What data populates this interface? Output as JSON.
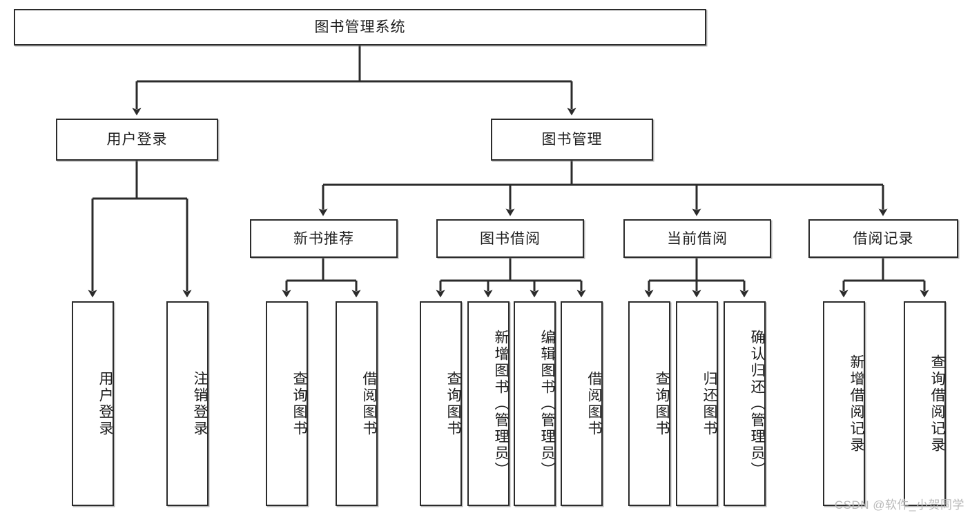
{
  "diagram": {
    "title": "图书管理系统",
    "type": "hierarchy-tree",
    "root": {
      "label": "图书管理系统"
    },
    "level2": [
      {
        "label": "用户登录"
      },
      {
        "label": "图书管理"
      }
    ],
    "level3": [
      {
        "label": "新书推荐"
      },
      {
        "label": "图书借阅"
      },
      {
        "label": "当前借阅"
      },
      {
        "label": "借阅记录"
      }
    ],
    "leaves": {
      "user_login": [
        {
          "label": "用户登录"
        },
        {
          "label": "注销登录"
        }
      ],
      "new_book_recommend": [
        {
          "label": "查询图书"
        },
        {
          "label": "借阅图书"
        }
      ],
      "book_borrow": [
        {
          "label": "查询图书"
        },
        {
          "label": "新增图书（管理员）"
        },
        {
          "label": "编辑图书（管理员）"
        },
        {
          "label": "借阅图书"
        }
      ],
      "current_borrow": [
        {
          "label": "查询图书"
        },
        {
          "label": "归还图书"
        },
        {
          "label": "确认归还（管理员）"
        }
      ],
      "borrow_record": [
        {
          "label": "新增借阅记录"
        },
        {
          "label": "查询借阅记录"
        }
      ]
    }
  },
  "watermark": {
    "text": "CSDN @软件_小贺同学"
  },
  "colors": {
    "box_border": "#2b2b2b",
    "box_fill": "#ffffff",
    "line": "#2b2b2b",
    "text": "#1c1c1c",
    "watermark": "#b9b9b9"
  }
}
